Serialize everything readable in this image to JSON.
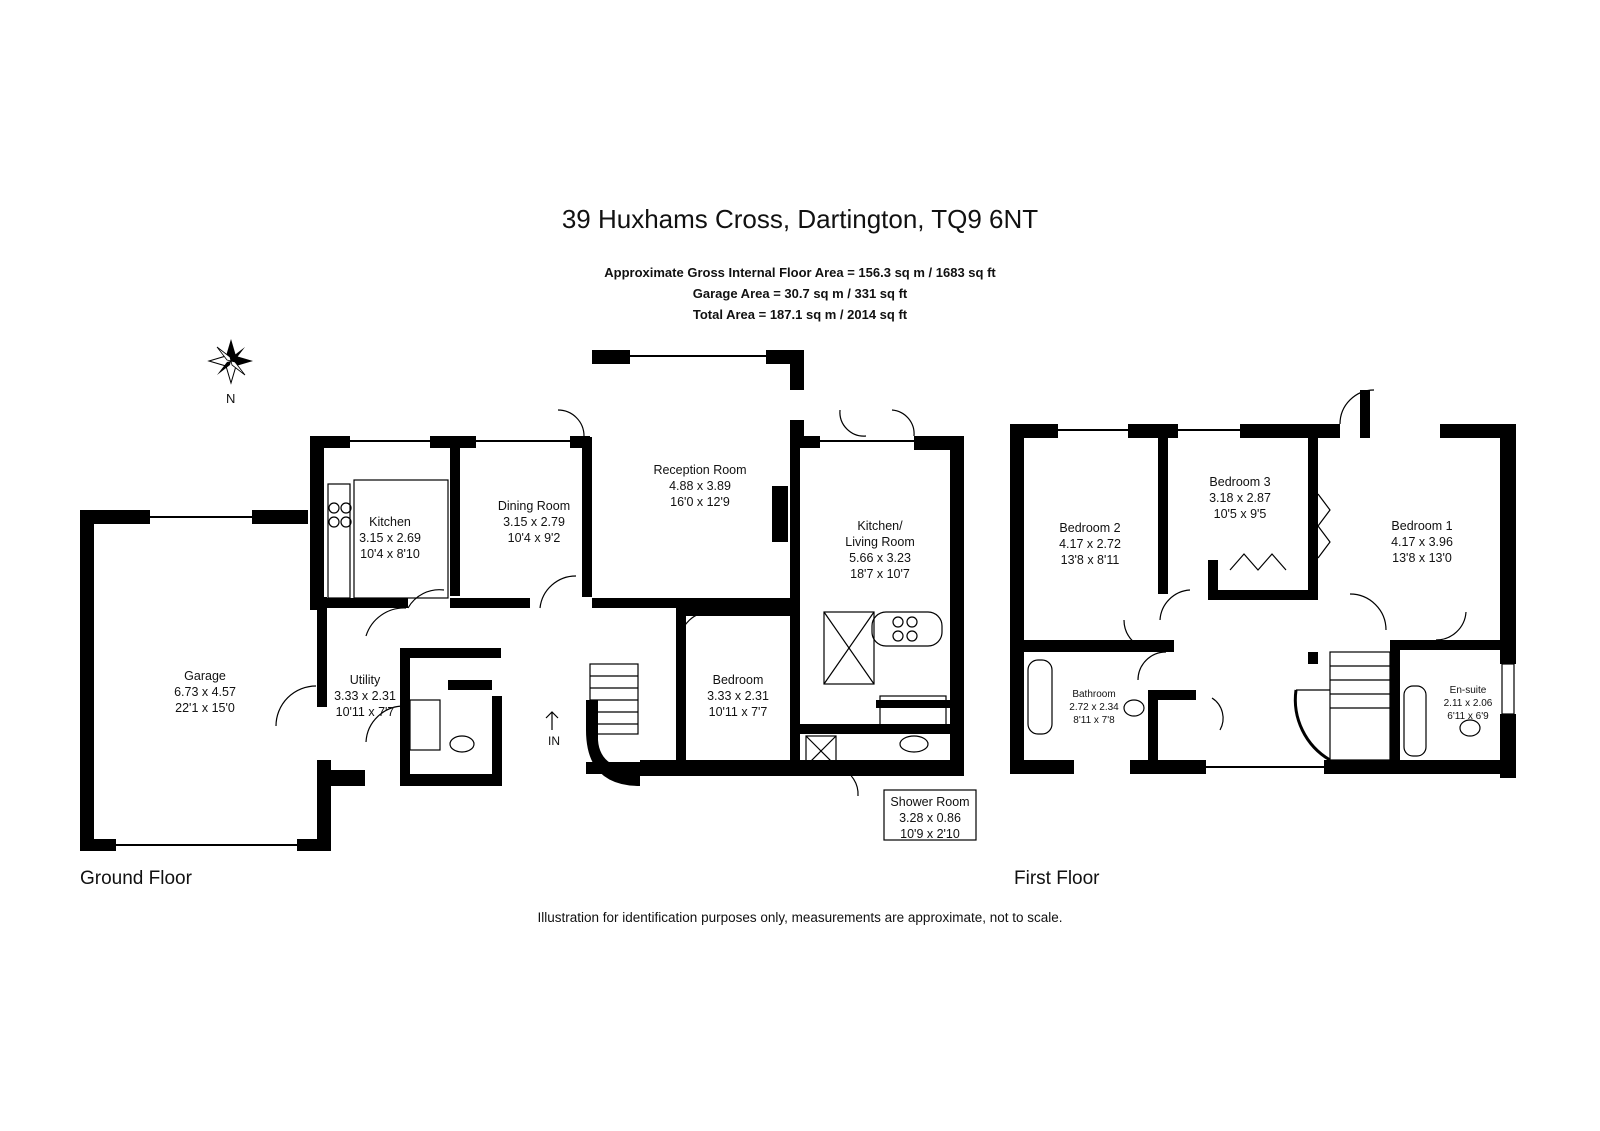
{
  "title": "39 Huxhams Cross, Dartington, TQ9 6NT",
  "areas": {
    "gross": "Approximate Gross Internal Floor Area  = 156.3 sq m  / 1683 sq ft",
    "garage": "Garage Area = 30.7 sq m  / 331 sq ft",
    "total": "Total Area = 187.1 sq m  / 2014 sq ft"
  },
  "compass": {
    "label": "N"
  },
  "entrance": {
    "label": "IN"
  },
  "floors": {
    "ground": {
      "label": "Ground Floor",
      "rooms": {
        "garage": {
          "name": "Garage",
          "metric": "6.73 x 4.57",
          "imperial": "22'1 x 15'0"
        },
        "kitchen": {
          "name": "Kitchen",
          "metric": "3.15 x 2.69",
          "imperial": "10'4 x 8'10"
        },
        "dining": {
          "name": "Dining Room",
          "metric": "3.15 x 2.79",
          "imperial": "10'4 x 9'2"
        },
        "reception": {
          "name": "Reception Room",
          "metric": "4.88 x 3.89",
          "imperial": "16'0 x 12'9"
        },
        "kitchen_living": {
          "name": "Kitchen/",
          "name2": "Living Room",
          "metric": "5.66 x 3.23",
          "imperial": "18'7 x 10'7"
        },
        "utility": {
          "name": "Utility",
          "metric": "3.33 x 2.31",
          "imperial": "10'11 x 7'7"
        },
        "bedroom": {
          "name": "Bedroom",
          "metric": "3.33 x 2.31",
          "imperial": "10'11 x 7'7"
        },
        "shower": {
          "name": "Shower Room",
          "metric": "3.28 x 0.86",
          "imperial": "10'9 x 2'10"
        }
      }
    },
    "first": {
      "label": "First Floor",
      "rooms": {
        "bedroom2": {
          "name": "Bedroom 2",
          "metric": "4.17 x 2.72",
          "imperial": "13'8 x 8'11"
        },
        "bedroom3": {
          "name": "Bedroom 3",
          "metric": "3.18 x 2.87",
          "imperial": "10'5 x 9'5"
        },
        "bedroom1": {
          "name": "Bedroom 1",
          "metric": "4.17 x 3.96",
          "imperial": "13'8 x 13'0"
        },
        "bathroom": {
          "name": "Bathroom",
          "metric": "2.72 x 2.34",
          "imperial": "8'11 x 7'8"
        },
        "ensuite": {
          "name": "En-suite",
          "metric": "2.11 x 2.06",
          "imperial": "6'11 x 6'9"
        }
      }
    }
  },
  "disclaimer": "Illustration for identification purposes only, measurements are approximate, not to scale.",
  "colors": {
    "wall": "#000000",
    "background": "#ffffff"
  }
}
